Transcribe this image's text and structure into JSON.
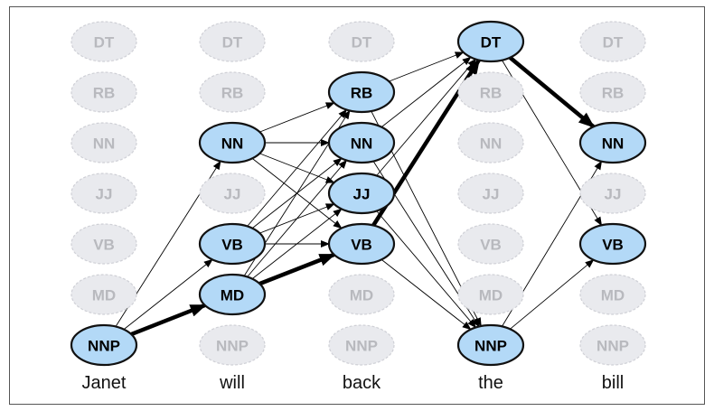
{
  "words": [
    "Janet",
    "will",
    "back",
    "the",
    "bill"
  ],
  "tags": [
    "DT",
    "RB",
    "NN",
    "JJ",
    "VB",
    "MD",
    "NNP"
  ],
  "active": {
    "Janet": [
      "NNP"
    ],
    "will": [
      "NN",
      "VB",
      "MD"
    ],
    "back": [
      "RB",
      "NN",
      "JJ",
      "VB"
    ],
    "the": [
      "DT",
      "NNP"
    ],
    "bill": [
      "NN",
      "VB"
    ]
  },
  "edges": [
    {
      "from": [
        0,
        "NNP"
      ],
      "to": [
        1,
        "NN"
      ],
      "bold": false
    },
    {
      "from": [
        0,
        "NNP"
      ],
      "to": [
        1,
        "VB"
      ],
      "bold": false
    },
    {
      "from": [
        0,
        "NNP"
      ],
      "to": [
        1,
        "MD"
      ],
      "bold": true
    },
    {
      "from": [
        1,
        "NN"
      ],
      "to": [
        2,
        "RB"
      ],
      "bold": false
    },
    {
      "from": [
        1,
        "NN"
      ],
      "to": [
        2,
        "NN"
      ],
      "bold": false
    },
    {
      "from": [
        1,
        "NN"
      ],
      "to": [
        2,
        "JJ"
      ],
      "bold": false
    },
    {
      "from": [
        1,
        "NN"
      ],
      "to": [
        2,
        "VB"
      ],
      "bold": false
    },
    {
      "from": [
        1,
        "VB"
      ],
      "to": [
        2,
        "RB"
      ],
      "bold": false
    },
    {
      "from": [
        1,
        "VB"
      ],
      "to": [
        2,
        "NN"
      ],
      "bold": false
    },
    {
      "from": [
        1,
        "VB"
      ],
      "to": [
        2,
        "JJ"
      ],
      "bold": false
    },
    {
      "from": [
        1,
        "VB"
      ],
      "to": [
        2,
        "VB"
      ],
      "bold": false
    },
    {
      "from": [
        1,
        "MD"
      ],
      "to": [
        2,
        "RB"
      ],
      "bold": false
    },
    {
      "from": [
        1,
        "MD"
      ],
      "to": [
        2,
        "NN"
      ],
      "bold": false
    },
    {
      "from": [
        1,
        "MD"
      ],
      "to": [
        2,
        "JJ"
      ],
      "bold": false
    },
    {
      "from": [
        1,
        "MD"
      ],
      "to": [
        2,
        "VB"
      ],
      "bold": true
    },
    {
      "from": [
        2,
        "RB"
      ],
      "to": [
        3,
        "DT"
      ],
      "bold": false
    },
    {
      "from": [
        2,
        "RB"
      ],
      "to": [
        3,
        "NNP"
      ],
      "bold": false
    },
    {
      "from": [
        2,
        "NN"
      ],
      "to": [
        3,
        "DT"
      ],
      "bold": false
    },
    {
      "from": [
        2,
        "NN"
      ],
      "to": [
        3,
        "NNP"
      ],
      "bold": false
    },
    {
      "from": [
        2,
        "JJ"
      ],
      "to": [
        3,
        "DT"
      ],
      "bold": false
    },
    {
      "from": [
        2,
        "JJ"
      ],
      "to": [
        3,
        "NNP"
      ],
      "bold": false
    },
    {
      "from": [
        2,
        "VB"
      ],
      "to": [
        3,
        "DT"
      ],
      "bold": true
    },
    {
      "from": [
        2,
        "VB"
      ],
      "to": [
        3,
        "NNP"
      ],
      "bold": false
    },
    {
      "from": [
        3,
        "DT"
      ],
      "to": [
        4,
        "NN"
      ],
      "bold": true
    },
    {
      "from": [
        3,
        "DT"
      ],
      "to": [
        4,
        "VB"
      ],
      "bold": false
    },
    {
      "from": [
        3,
        "NNP"
      ],
      "to": [
        4,
        "NN"
      ],
      "bold": false
    },
    {
      "from": [
        3,
        "NNP"
      ],
      "to": [
        4,
        "VB"
      ],
      "bold": false
    }
  ],
  "colors": {
    "active_fill": "#b3d9f7",
    "active_stroke": "#111111",
    "inactive_fill": "#e9eaee",
    "inactive_stroke": "#cfd0d6",
    "inactive_text": "#b8b9be",
    "active_text": "#000000",
    "edge": "#000000"
  }
}
